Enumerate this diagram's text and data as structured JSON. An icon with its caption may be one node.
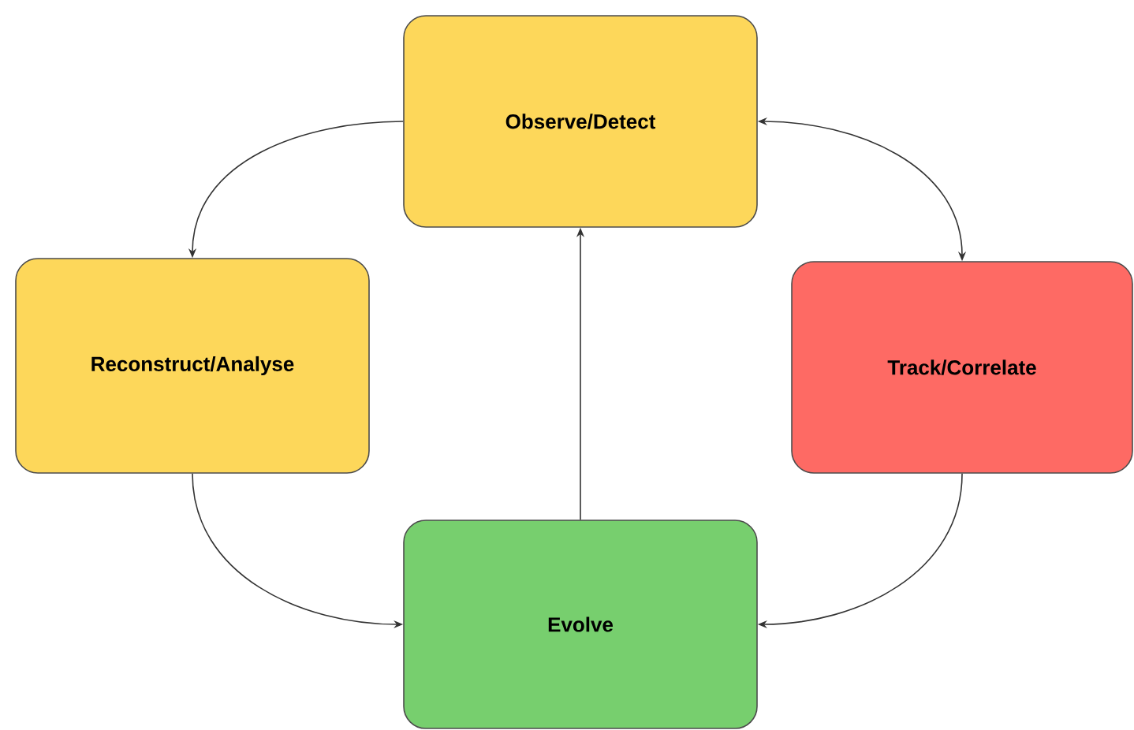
{
  "diagram": {
    "nodes": [
      {
        "text": [
          "Observe/Detect"
        ]
      },
      {
        "text": [
          "Reconstruct/Analyse"
        ]
      },
      {
        "text": [
          "Track/Correlate"
        ]
      },
      {
        "text": [
          "Evolve"
        ]
      }
    ],
    "edges": [
      {
        "from": 0,
        "to": 1,
        "arrow": "to"
      },
      {
        "from": 0,
        "to": 2,
        "arrow": "both"
      },
      {
        "from": 1,
        "to": 3,
        "arrow": "to"
      },
      {
        "from": 2,
        "to": 3,
        "arrow": "to"
      },
      {
        "from": 3,
        "to": 0,
        "arrow": "to"
      }
    ]
  }
}
